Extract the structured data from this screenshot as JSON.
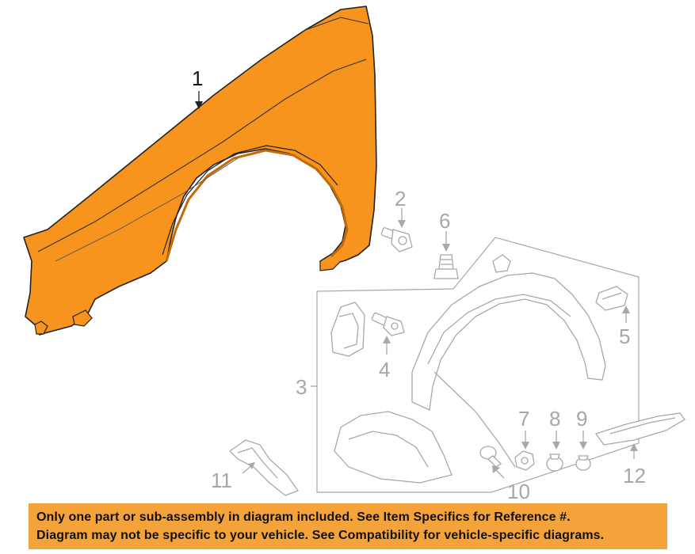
{
  "diagram": {
    "fender_color": "#f7941d",
    "fender_shade": "#e07f0c",
    "line_color_primary": "#222222",
    "line_color_secondary": "#a8a8a8"
  },
  "callouts": {
    "c1": "1",
    "c2": "2",
    "c3": "3",
    "c4": "4",
    "c5": "5",
    "c6": "6",
    "c7": "7",
    "c8": "8",
    "c9": "9",
    "c10": "10",
    "c11": "11",
    "c12": "12"
  },
  "disclaimer": {
    "line1": "Only one part or sub-assembly in diagram included. See Item Specifics for Reference #.",
    "line2": "Diagram may not be specific to your vehicle. See Compatibility for vehicle-specific diagrams.",
    "background": "#f4a23a"
  }
}
